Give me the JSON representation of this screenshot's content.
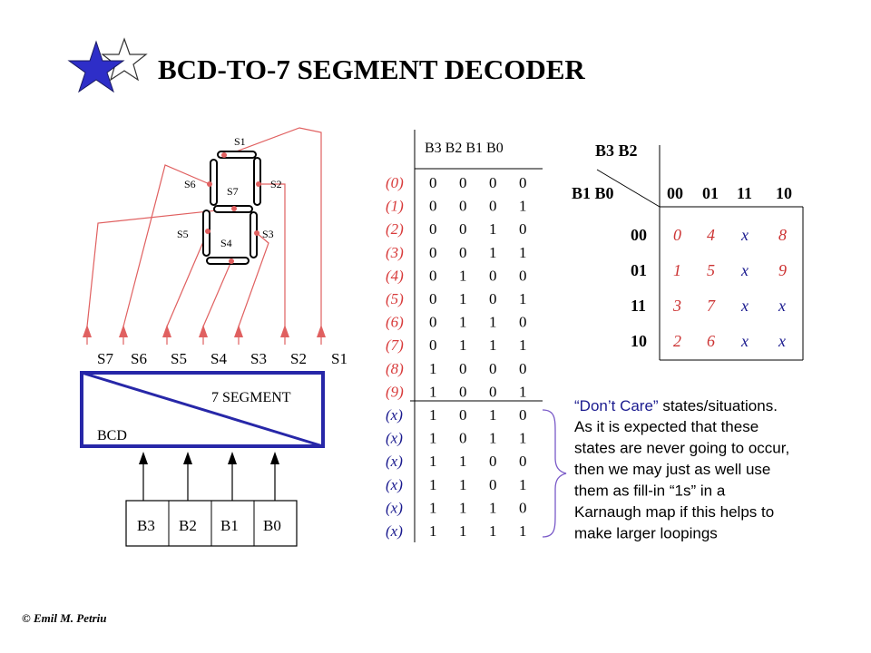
{
  "title": "BCD-TO-7 SEGMENT DECODER",
  "credit": "© Emil M. Petriu",
  "display": {
    "segments": [
      "S1",
      "S2",
      "S3",
      "S4",
      "S5",
      "S6",
      "S7"
    ]
  },
  "decoder": {
    "label_top": "7 SEGMENT",
    "label_bottom": "BCD",
    "outputs": [
      "S7",
      "S6",
      "S5",
      "S4",
      "S3",
      "S2",
      "S1"
    ],
    "inputs": [
      "B3",
      "B2",
      "B1",
      "B0"
    ]
  },
  "truth_table": {
    "header": "B3 B2 B1 B0",
    "rows": [
      {
        "index": "(0)",
        "bits": "0 0 0 0"
      },
      {
        "index": "(1)",
        "bits": "0 0 0 1"
      },
      {
        "index": "(2)",
        "bits": "0 0 1 0"
      },
      {
        "index": "(3)",
        "bits": "0 0 1 1"
      },
      {
        "index": "(4)",
        "bits": "0 1 0 0"
      },
      {
        "index": "(5)",
        "bits": "0 1 0 1"
      },
      {
        "index": "(6)",
        "bits": "0 1 1 0"
      },
      {
        "index": "(7)",
        "bits": "0 1 1 1"
      },
      {
        "index": "(8)",
        "bits": "1 0 0 0"
      },
      {
        "index": "(9)",
        "bits": "1 0 0 1"
      },
      {
        "index": "(x)",
        "bits": "1 0 1 0"
      },
      {
        "index": "(x)",
        "bits": "1 0 1 1"
      },
      {
        "index": "(x)",
        "bits": "1 1 0 0"
      },
      {
        "index": "(x)",
        "bits": "1 1 0 1"
      },
      {
        "index": "(x)",
        "bits": "1 1 1 0"
      },
      {
        "index": "(x)",
        "bits": "1 1 1 1"
      }
    ]
  },
  "kmap": {
    "col_var": "B3 B2",
    "row_var": "B1 B0",
    "col_headers": [
      "00",
      "01",
      "11",
      "10"
    ],
    "row_headers": [
      "00",
      "01",
      "11",
      "10"
    ],
    "cells": [
      [
        "0",
        "4",
        "x",
        "8"
      ],
      [
        "1",
        "5",
        "x",
        "9"
      ],
      [
        "3",
        "7",
        "x",
        "x"
      ],
      [
        "2",
        "6",
        "x",
        "x"
      ]
    ]
  },
  "note": {
    "quoted": "“Don’t Care”",
    "rest_first": " states/situations.",
    "lines": [
      "As it is expected that these",
      "states  are never going to occur,",
      "then we may just as well use",
      "them as fill-in  “1s” in a",
      "Karnaugh map if this helps to",
      "make larger loopings"
    ]
  },
  "colors": {
    "wire": "#e06060",
    "decoder_border": "#2727a8",
    "star_fill": "#2e2ec8",
    "index_red": "#d83b3b",
    "index_blue": "#1b1b8f"
  }
}
